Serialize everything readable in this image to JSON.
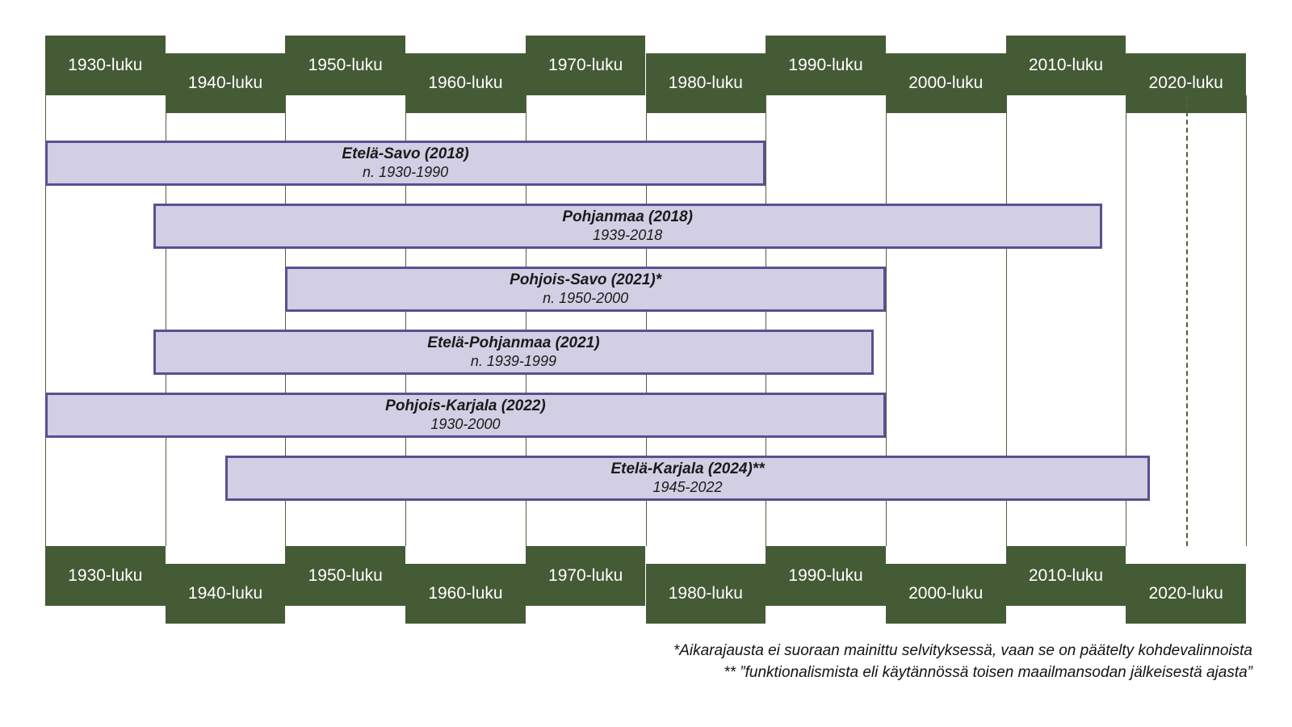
{
  "chart_data": {
    "type": "bar",
    "orientation": "horizontal-timeline",
    "title": "",
    "xlabel": "",
    "ylabel": "",
    "axis": {
      "start_year": 1930,
      "end_year": 2030,
      "tick_step_years": 10,
      "grid": true,
      "marker_line_year": 2025,
      "marker_line_style": "dashed"
    },
    "categories": [
      "1930-luku",
      "1940-luku",
      "1950-luku",
      "1960-luku",
      "1970-luku",
      "1980-luku",
      "1990-luku",
      "2000-luku",
      "2010-luku",
      "2020-luku"
    ],
    "series": [
      {
        "name": "Etelä-Savo (2018)",
        "range_label": "n. 1930-1990",
        "start": 1930,
        "end": 1990,
        "approximate": true
      },
      {
        "name": "Pohjanmaa (2018)",
        "range_label": "1939-2018",
        "start": 1939,
        "end": 2018,
        "approximate": false
      },
      {
        "name": "Pohjois-Savo (2021)*",
        "range_label": "n. 1950-2000",
        "start": 1950,
        "end": 2000,
        "approximate": true
      },
      {
        "name": "Etelä-Pohjanmaa (2021)",
        "range_label": "n. 1939-1999",
        "start": 1939,
        "end": 1999,
        "approximate": true
      },
      {
        "name": "Pohjois-Karjala (2022)",
        "range_label": "1930-2000",
        "start": 1930,
        "end": 2000,
        "approximate": false
      },
      {
        "name": "Etelä-Karjala (2024)**",
        "range_label": "1945-2022",
        "start": 1945,
        "end": 2022,
        "approximate": false
      }
    ],
    "colors": {
      "header_green": "#455b36",
      "bar_fill": "#d2cee4",
      "bar_border": "#5b4f91",
      "gridline": "#4e6140",
      "header_text": "#ffffff"
    }
  },
  "header_top": {
    "labels": [
      "1930-luku",
      "1940-luku",
      "1950-luku",
      "1960-luku",
      "1970-luku",
      "1980-luku",
      "1990-luku",
      "2000-luku",
      "2010-luku",
      "2020-luku"
    ]
  },
  "header_bottom": {
    "labels": [
      "1930-luku",
      "1940-luku",
      "1950-luku",
      "1960-luku",
      "1970-luku",
      "1980-luku",
      "1990-luku",
      "2000-luku",
      "2010-luku",
      "2020-luku"
    ]
  },
  "bars": [
    {
      "title": "Etelä-Savo (2018)",
      "range": "n. 1930-1990"
    },
    {
      "title": "Pohjanmaa (2018)",
      "range": "1939-2018"
    },
    {
      "title": "Pohjois-Savo (2021)*",
      "range": "n. 1950-2000"
    },
    {
      "title": "Etelä-Pohjanmaa (2021)",
      "range": "n. 1939-1999"
    },
    {
      "title": "Pohjois-Karjala (2022)",
      "range": "1930-2000"
    },
    {
      "title": "Etelä-Karjala (2024)**",
      "range": "1945-2022"
    }
  ],
  "footnotes": [
    "*Aikarajausta ei suoraan mainittu selvityksessä, vaan se on päätelty kohdevalinnoista",
    "** ”funktionalismista eli käytännössä toisen maailmansodan jälkeisestä ajasta”"
  ]
}
